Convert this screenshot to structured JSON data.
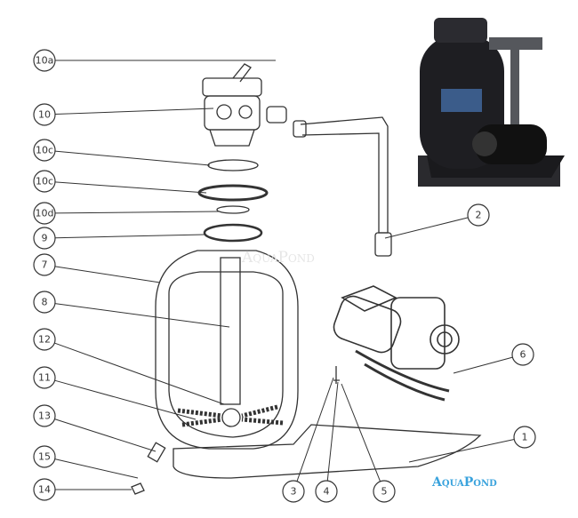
{
  "diagram": {
    "callouts": [
      {
        "label": "10a",
        "name": "valve-cap",
        "target": [
          310,
          68
        ]
      },
      {
        "label": "10",
        "name": "multiport-valve",
        "target": [
          240,
          122
        ]
      },
      {
        "label": "10c",
        "name": "valve-o-ring",
        "target": [
          236,
          186
        ]
      },
      {
        "label": "10c",
        "name": "valve-clamp-ring",
        "target": [
          232,
          217
        ]
      },
      {
        "label": "10d",
        "name": "clamp-gasket",
        "target": [
          246,
          238
        ]
      },
      {
        "label": "9",
        "name": "tank-flange",
        "target": [
          230,
          264
        ]
      },
      {
        "label": "7",
        "name": "filter-tank",
        "target": [
          180,
          318
        ]
      },
      {
        "label": "8",
        "name": "standpipe",
        "target": [
          258,
          368
        ]
      },
      {
        "label": "12",
        "name": "lateral-hub",
        "target": [
          252,
          455
        ]
      },
      {
        "label": "11",
        "name": "laterals",
        "target": [
          220,
          472
        ]
      },
      {
        "label": "13",
        "name": "drain-plug",
        "target": [
          175,
          508
        ]
      },
      {
        "label": "15",
        "name": "drain-o-ring",
        "target": [
          155,
          538
        ]
      },
      {
        "label": "14",
        "name": "drain-cap",
        "target": [
          148,
          551
        ]
      },
      {
        "label": "2",
        "name": "connection-pipe",
        "target": [
          433,
          268
        ]
      },
      {
        "label": "6",
        "name": "pump",
        "target": [
          510,
          420
        ]
      },
      {
        "label": "1",
        "name": "base-plate",
        "target": [
          460,
          520
        ]
      },
      {
        "label": "3",
        "name": "screw",
        "target": [
          375,
          425
        ]
      },
      {
        "label": "4",
        "name": "washer",
        "target": [
          380,
          430
        ]
      },
      {
        "label": "5",
        "name": "nut",
        "target": [
          384,
          432
        ]
      }
    ],
    "watermark_center": "AquaPond",
    "watermark_corner": "AquaPond"
  },
  "colors": {
    "line": "#333333",
    "watermark_corner": "#3aa3dd",
    "photo_dark": "#1e1e22"
  }
}
